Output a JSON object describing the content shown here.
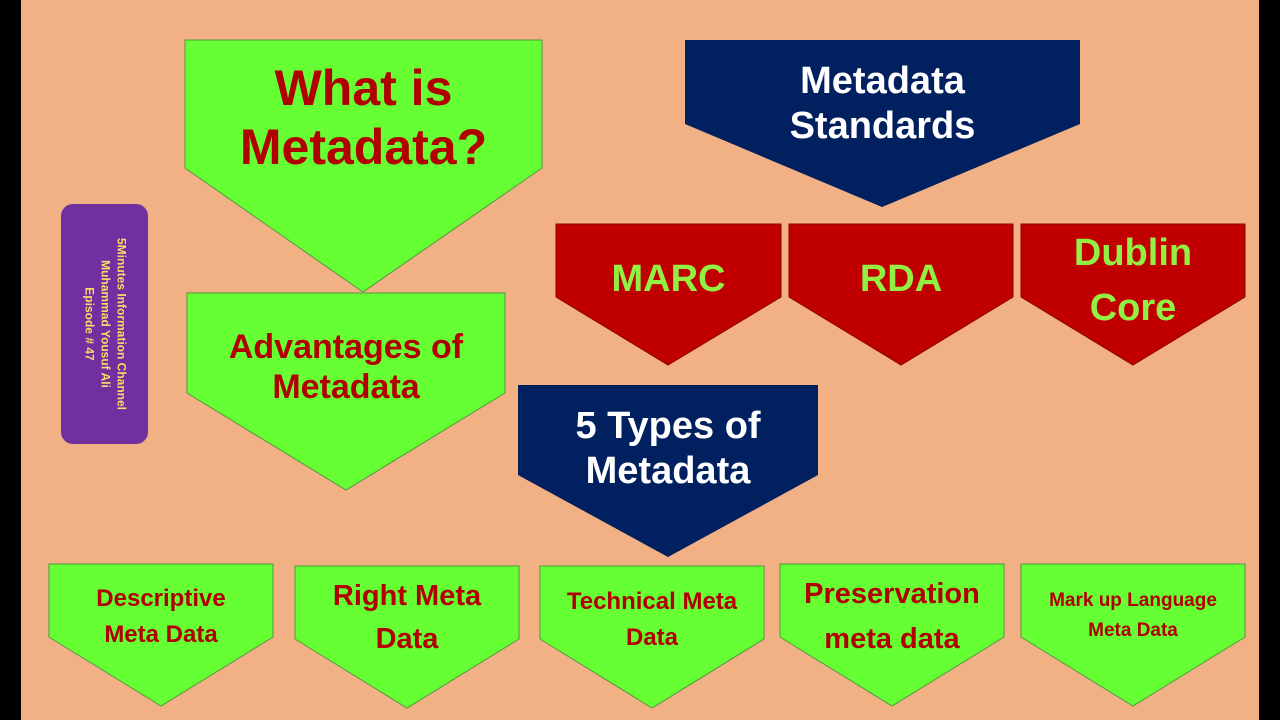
{
  "colors": {
    "background": "#f2b085",
    "green_fill": "#66ff33",
    "green_stroke": "#4e9a3a",
    "red_fill": "#c00000",
    "navy_fill": "#002060",
    "dark_red_text": "#b00000",
    "white_text": "#ffffff",
    "lime_text": "#92f043",
    "badge_fill": "#7030a0",
    "badge_text": "#ffd966"
  },
  "badge": {
    "line1": "5Minutes Information Channel",
    "line2": "Muhammad Yousuf Ali",
    "line3": "Episode # 47"
  },
  "main_title": {
    "line1": "What is",
    "line2": "Metadata?"
  },
  "advantages": {
    "line1": "Advantages of",
    "line2": "Metadata"
  },
  "standards": {
    "header": {
      "line1": "Metadata",
      "line2": "Standards"
    },
    "items": [
      {
        "line1": "MARC",
        "line2": ""
      },
      {
        "line1": "RDA",
        "line2": ""
      },
      {
        "line1": "Dublin",
        "line2": "Core"
      }
    ]
  },
  "types": {
    "header": {
      "line1": "5 Types of",
      "line2": "Metadata"
    },
    "items": [
      {
        "line1": "Descriptive",
        "line2": "Meta Data"
      },
      {
        "line1": "Right Meta",
        "line2": "Data"
      },
      {
        "line1": "Technical Meta",
        "line2": "Data"
      },
      {
        "line1": "Preservation",
        "line2": "meta data"
      },
      {
        "line1": "Mark up Language",
        "line2": "Meta Data"
      }
    ]
  }
}
